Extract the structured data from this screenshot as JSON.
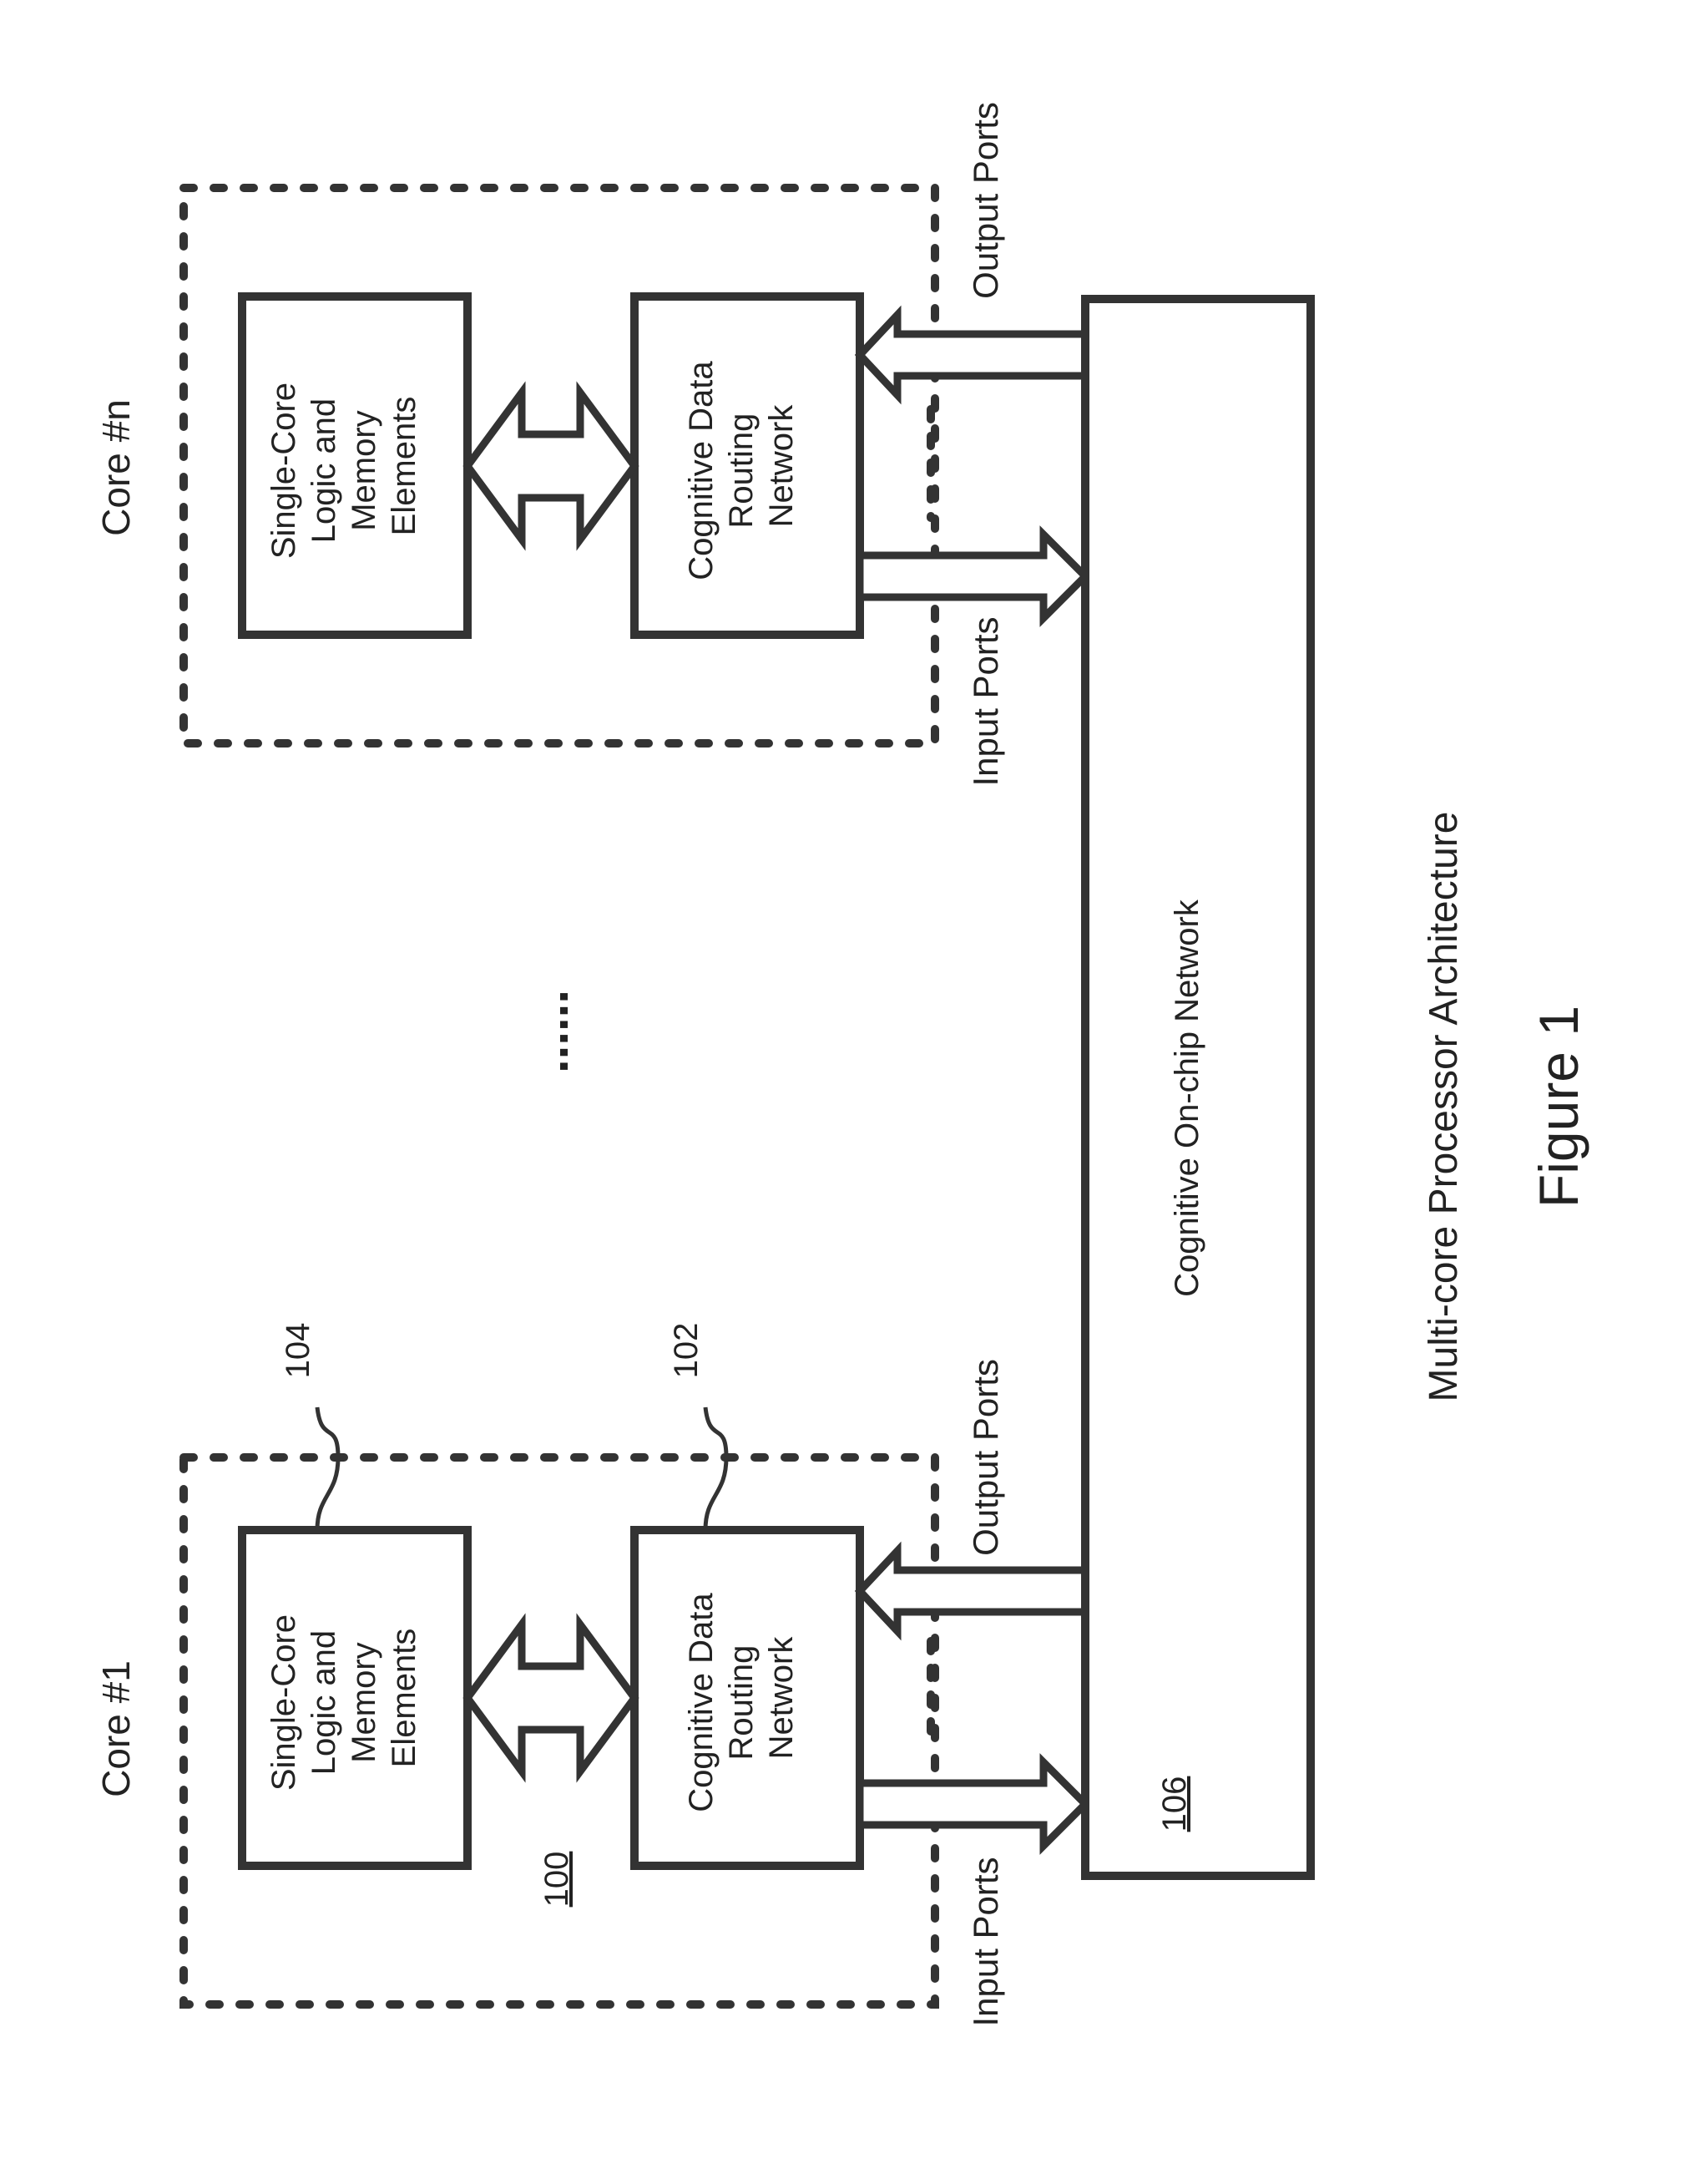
{
  "core1": {
    "title": "Core #1",
    "ref_core": "100",
    "logic_block": {
      "lines": [
        "Single-Core",
        "Logic and",
        "Memory",
        "Elements"
      ],
      "ref": "104"
    },
    "routing_block": {
      "lines": [
        "Cognitive Data",
        "Routing",
        "Network"
      ],
      "ref": "102"
    },
    "input_ports": "Input Ports",
    "output_ports": "Output Ports"
  },
  "coren": {
    "title": "Core #n",
    "logic_block": {
      "lines": [
        "Single-Core",
        "Logic and",
        "Memory",
        "Elements"
      ]
    },
    "routing_block": {
      "lines": [
        "Cognitive Data",
        "Routing",
        "Network"
      ]
    },
    "input_ports": "Input Ports",
    "output_ports": "Output Ports"
  },
  "ellipsis": "......",
  "network": {
    "label": "Cognitive On-chip Network",
    "ref": "106"
  },
  "caption": {
    "subtitle": "Multi-core Processor Architecture",
    "figure": "Figure 1"
  }
}
